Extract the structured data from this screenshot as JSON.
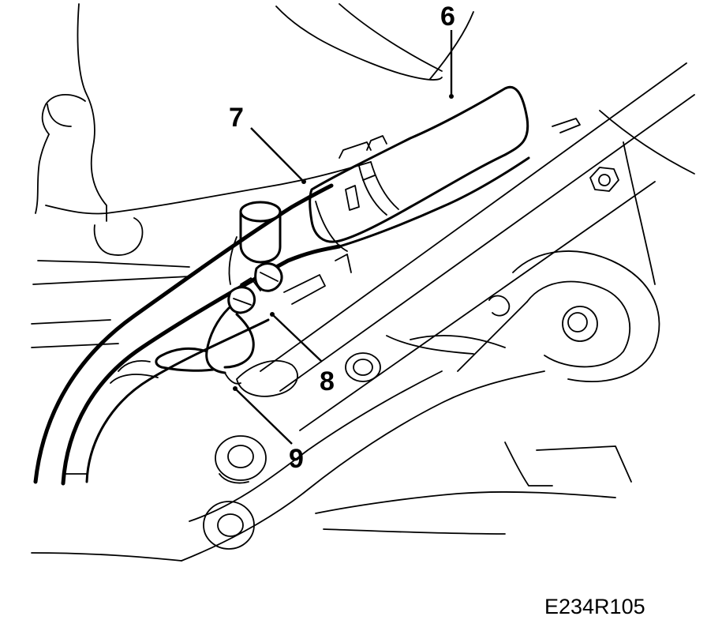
{
  "callouts": {
    "c6": "6",
    "c7": "7",
    "c8": "8",
    "c9": "9"
  },
  "reference_code": "E234R105",
  "colors": {
    "ink": "#000000",
    "paper": "#ffffff"
  }
}
